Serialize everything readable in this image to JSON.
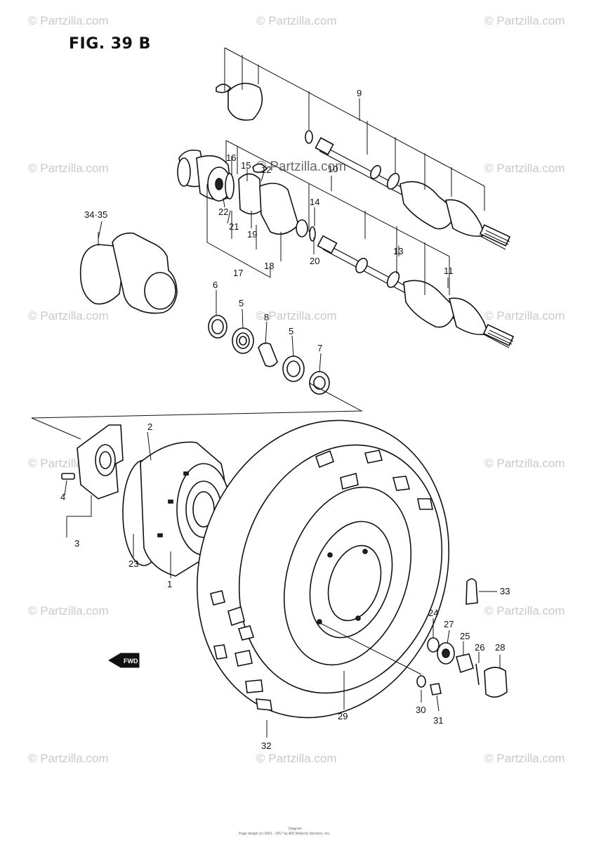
{
  "figure_title": "FIG. 39 B",
  "watermark_text": "© Partzilla.com",
  "center_watermark": "© Partzilla.com",
  "fwd_label": "FWD",
  "footer": {
    "line1": "Diagram",
    "line2": "Page design (c) 2001 - 2017 by ARI Network Services, Inc."
  },
  "callouts": {
    "c1": "1",
    "c2": "2",
    "c3": "3",
    "c4": "4",
    "c5a": "5",
    "c5b": "5",
    "c6": "6",
    "c7": "7",
    "c8": "8",
    "c9": "9",
    "c10": "10",
    "c11": "11",
    "c12": "12",
    "c13": "13",
    "c14": "14",
    "c15": "15",
    "c16": "16",
    "c17": "17",
    "c18": "18",
    "c19": "19",
    "c20": "20",
    "c21": "21",
    "c22": "22",
    "c23": "23",
    "c24": "24",
    "c25": "25",
    "c26": "26",
    "c27": "27",
    "c28": "28",
    "c29": "29",
    "c30": "30",
    "c31": "31",
    "c32": "32",
    "c33": "33",
    "c3435": "34·35"
  },
  "colors": {
    "ink": "#111111",
    "watermark": "#c9c9c9",
    "background": "#ffffff"
  }
}
